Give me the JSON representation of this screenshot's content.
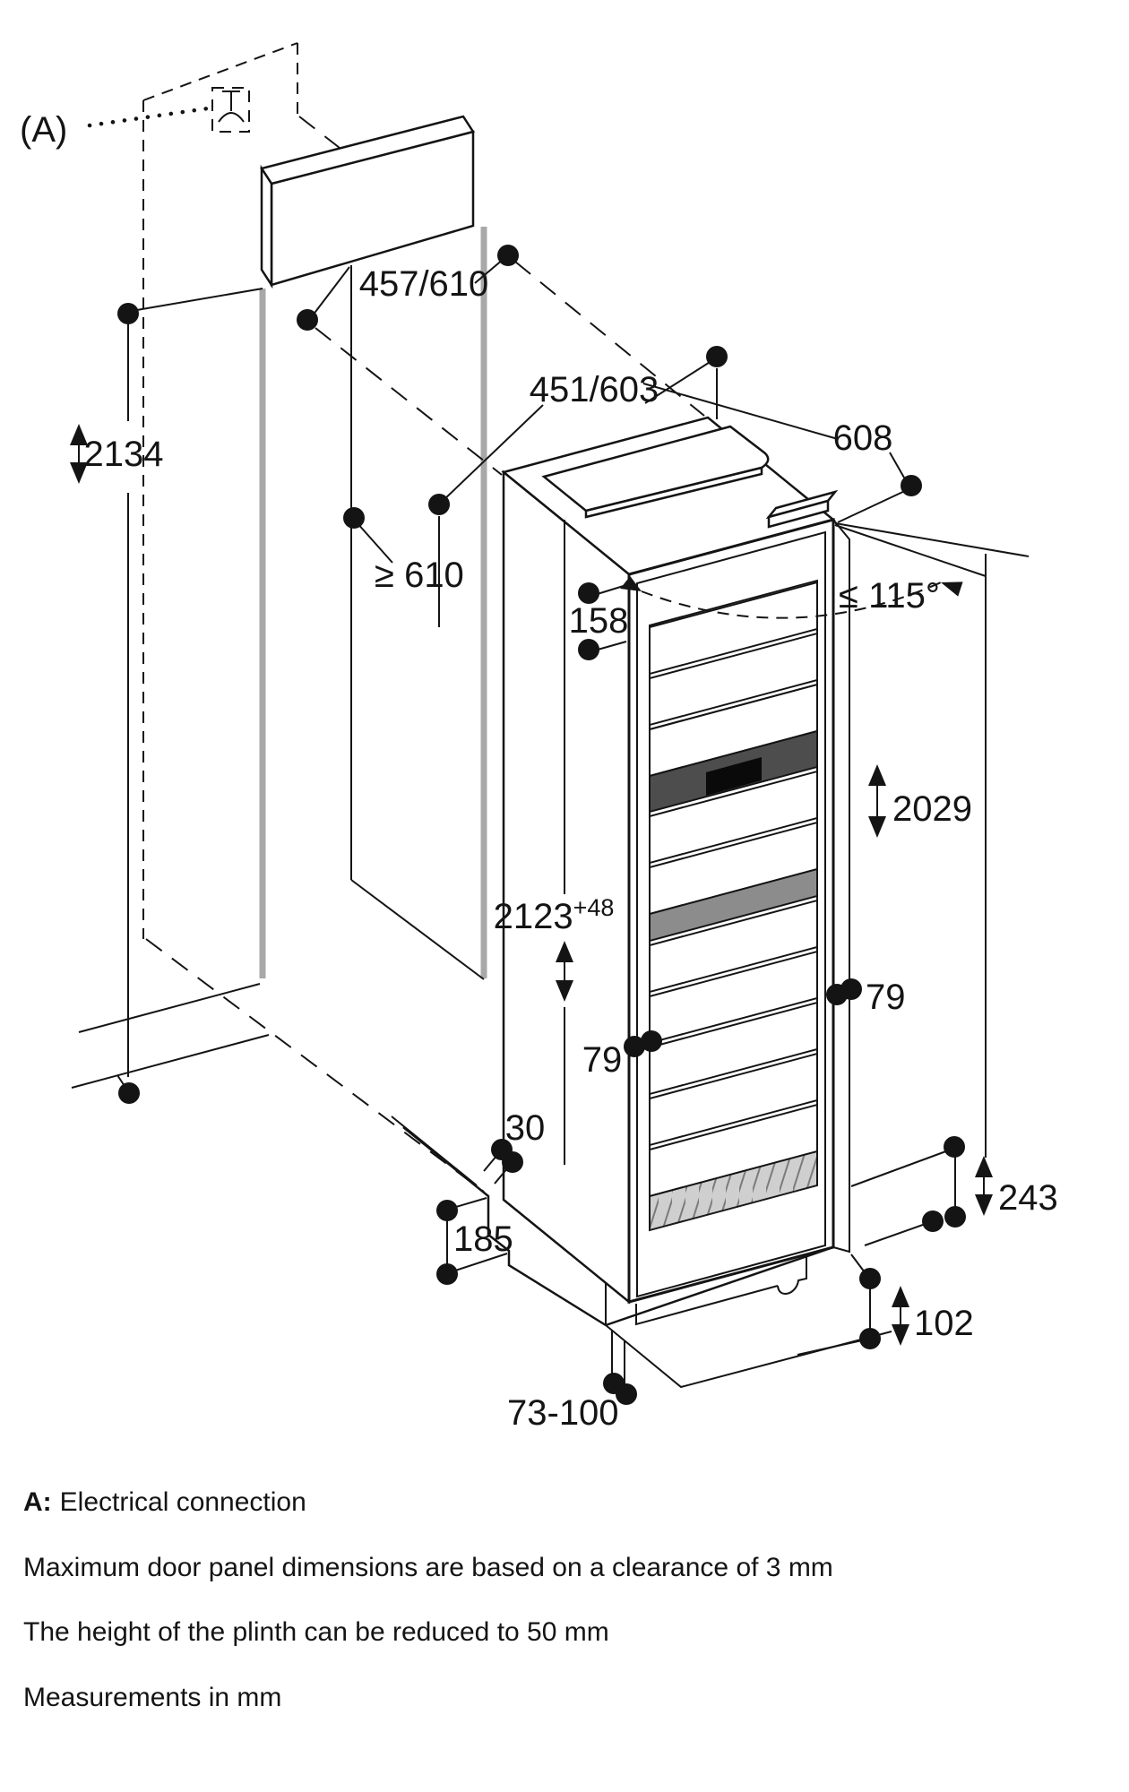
{
  "diagram": {
    "callout_label": "(A)",
    "dimensions": {
      "top_panel_width": "457/610",
      "top_cutout_width": "451/603",
      "appliance_depth": "608",
      "wall_height": "2134",
      "niche_min_depth": "≥ 610",
      "top_clearance": "158",
      "door_opening_angle": "≤ 115°",
      "appliance_height": "2029",
      "niche_height_value": "2123",
      "niche_height_tolerance": "+48",
      "door_overhang_left": "79",
      "door_overhang_right": "79",
      "side_gap": "30",
      "base_recess": "185",
      "bottom_panel_height": "243",
      "plinth_side_height": "102",
      "plinth_height_range": "73-100"
    },
    "notes": {
      "a_prefix": "A:",
      "a_text": "Electrical connection",
      "note_1": "Maximum door panel dimensions are based on a clearance of 3 mm",
      "note_2": "The height of the plinth can be reduced to 50 mm",
      "note_3": "Measurements in mm"
    }
  }
}
